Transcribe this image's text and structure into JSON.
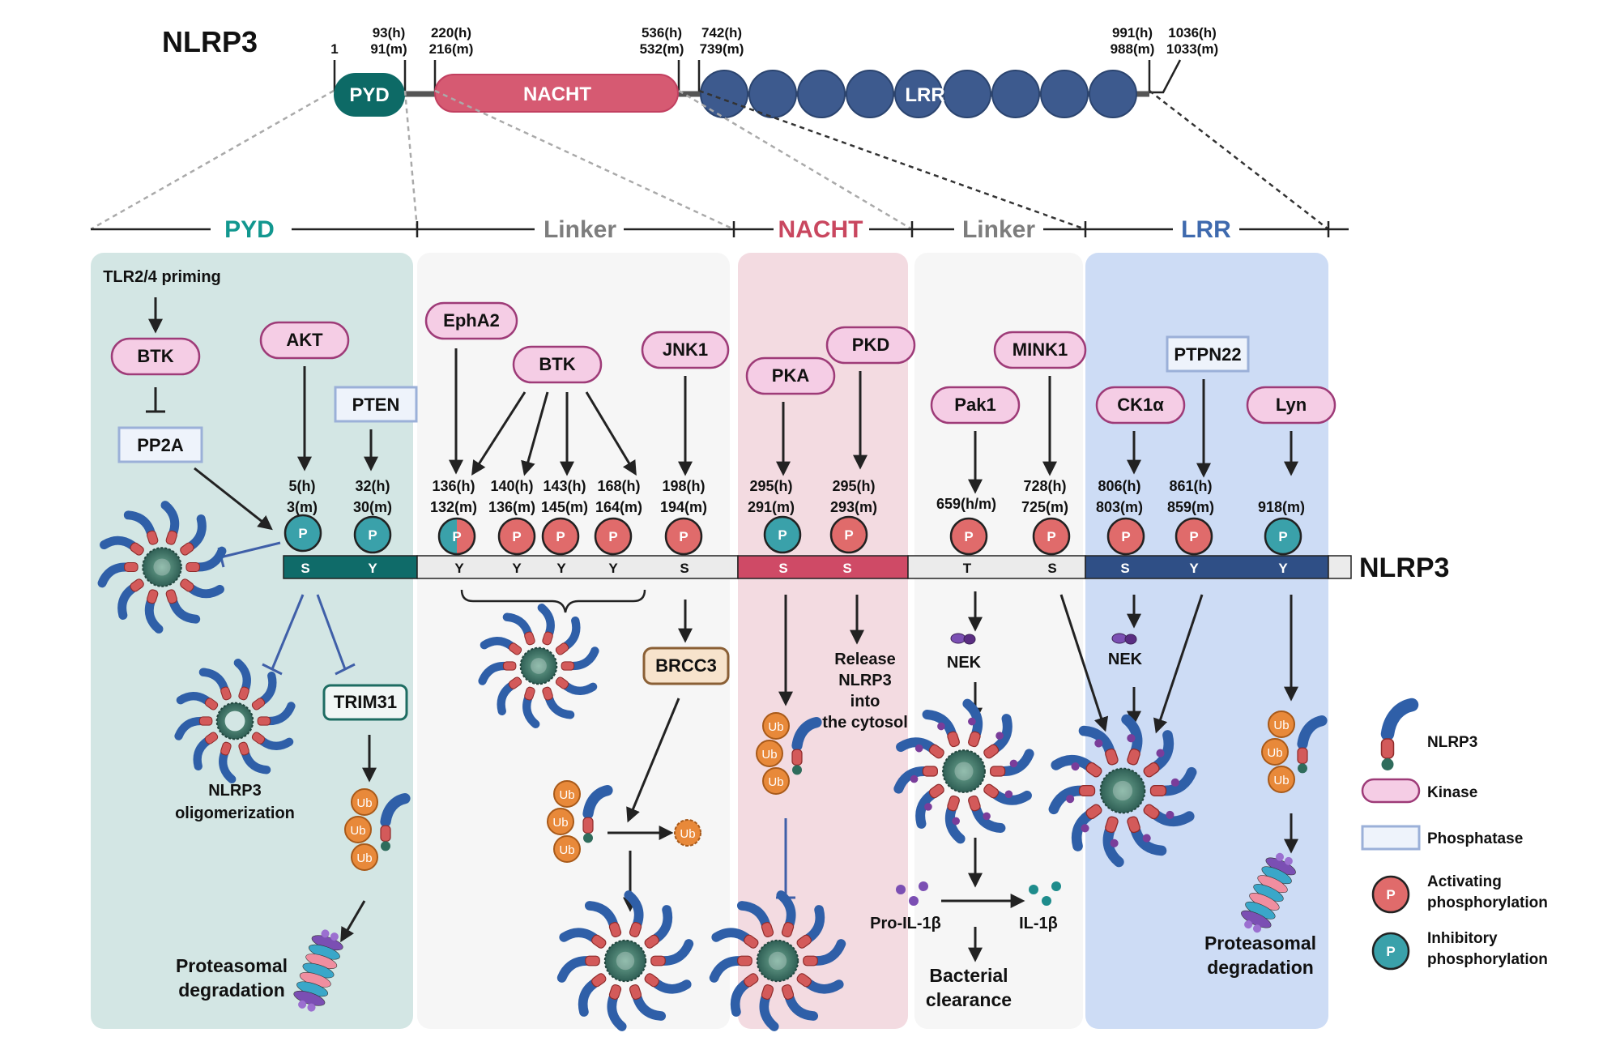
{
  "protein_bar": {
    "title": "NLRP3",
    "pos_start": "1",
    "pos_93": [
      "93(h)",
      "91(m)"
    ],
    "pos_220": [
      "220(h)",
      "216(m)"
    ],
    "pos_536": [
      "536(h)",
      "532(m)"
    ],
    "pos_742": [
      "742(h)",
      "739(m)"
    ],
    "pos_991": [
      "991(h)",
      "988(m)"
    ],
    "pos_1036": [
      "1036(h)",
      "1033(m)"
    ],
    "pyd": "PYD",
    "nacht": "NACHT",
    "lrr": "LRR"
  },
  "sections": {
    "pyd": "PYD",
    "linker1": "Linker",
    "nacht": "NACHT",
    "linker2": "Linker",
    "lrr": "LRR"
  },
  "colors": {
    "pyd": "#0f8a84",
    "linker": "#8a8a8a",
    "nacht": "#c9475f",
    "lrr": "#3f6aae",
    "kinase_fill": "#f5cde5",
    "kinase_stroke": "#9e3b78",
    "phosphatase_fill": "#eef3fb",
    "phosphatase_stroke": "#9bb0d8",
    "activating_p": "#e06b6b",
    "inhibitory_p": "#3aa1aa",
    "ub": "#e8893a"
  },
  "pyd_panel": {
    "priming": "TLR2/4 priming",
    "btk": "BTK",
    "pp2a": "PP2A",
    "akt": "AKT",
    "pten": "PTEN",
    "site1": [
      "5(h)",
      "3(m)"
    ],
    "site2": [
      "32(h)",
      "30(m)"
    ],
    "res1": "S",
    "res2": "Y",
    "oligo_label": [
      "NLRP3",
      "oligomerization"
    ],
    "trim31": "TRIM31",
    "degradation": [
      "Proteasomal",
      "degradation"
    ]
  },
  "linker1_panel": {
    "epha2": "EphA2",
    "btk": "BTK",
    "jnk1": "JNK1",
    "sites": [
      {
        "h": "136(h)",
        "m": "132(m)",
        "res": "Y"
      },
      {
        "h": "140(h)",
        "m": "136(m)",
        "res": "Y"
      },
      {
        "h": "143(h)",
        "m": "145(m)",
        "res": "Y"
      },
      {
        "h": "168(h)",
        "m": "164(m)",
        "res": "Y"
      },
      {
        "h": "198(h)",
        "m": "194(m)",
        "res": "S"
      }
    ],
    "brcc3": "BRCC3"
  },
  "nacht_panel": {
    "pka": "PKA",
    "pkd": "PKD",
    "site1": [
      "295(h)",
      "291(m)"
    ],
    "site2": [
      "295(h)",
      "293(m)"
    ],
    "res1": "S",
    "res2": "S",
    "release": [
      "Release",
      "NLRP3",
      "into",
      "the cytosol"
    ]
  },
  "linker2_panel": {
    "pak1": "Pak1",
    "mink1": "MINK1",
    "site1": "659(h/m)",
    "site2": [
      "728(h)",
      "725(m)"
    ],
    "res1": "T",
    "res2": "S",
    "nek": "NEK",
    "pro_il": "Pro-IL-1β",
    "il": "IL-1β",
    "clearance": [
      "Bacterial",
      "clearance"
    ]
  },
  "lrr_panel": {
    "ck1a": "CK1α",
    "ptpn22": "PTPN22",
    "lyn": "Lyn",
    "site1": [
      "806(h)",
      "803(m)"
    ],
    "site2": [
      "861(h)",
      "859(m)"
    ],
    "site3": "918(m)",
    "res1": "S",
    "res2": "Y",
    "res3": "Y",
    "nek": "NEK",
    "degradation": [
      "Proteasomal",
      "degradation"
    ]
  },
  "bar_label": "NLRP3",
  "ub_label": "Ub",
  "p_label": "P",
  "legend": {
    "nlrp3": "NLRP3",
    "kinase": "Kinase",
    "phosphatase": "Phosphatase",
    "activating": [
      "Activating",
      "phosphorylation"
    ],
    "inhibitory": [
      "Inhibitory",
      "phosphorylation"
    ]
  }
}
